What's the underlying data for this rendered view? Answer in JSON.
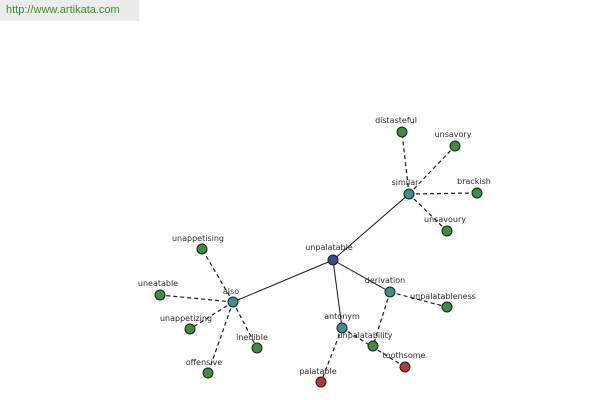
{
  "header": {
    "url_text": "http://www.artikata.com"
  },
  "colors": {
    "center": "#3a4c8e",
    "relation": "#3f8f8f",
    "related": "#3f8e3f",
    "antonym_word": "#b23a3a"
  },
  "graph": {
    "nodes": [
      {
        "id": "unpalatable",
        "label": "unpalatable",
        "kind": "center"
      },
      {
        "id": "similar",
        "label": "similar",
        "kind": "relation"
      },
      {
        "id": "also",
        "label": "also",
        "kind": "relation"
      },
      {
        "id": "derivation",
        "label": "derivation",
        "kind": "relation"
      },
      {
        "id": "antonym",
        "label": "antonym",
        "kind": "relation"
      },
      {
        "id": "distasteful",
        "label": "distasteful",
        "kind": "related"
      },
      {
        "id": "unsavory",
        "label": "unsavory",
        "kind": "related"
      },
      {
        "id": "brackish",
        "label": "brackish",
        "kind": "related"
      },
      {
        "id": "unsavoury",
        "label": "unsavoury",
        "kind": "related"
      },
      {
        "id": "unappetising",
        "label": "unappetising",
        "kind": "related"
      },
      {
        "id": "uneatable",
        "label": "uneatable",
        "kind": "related"
      },
      {
        "id": "unappetizing",
        "label": "unappetizing",
        "kind": "related"
      },
      {
        "id": "inedible",
        "label": "inedible",
        "kind": "related"
      },
      {
        "id": "offensive",
        "label": "offensive",
        "kind": "related"
      },
      {
        "id": "unpalatableness",
        "label": "unpalatableness",
        "kind": "related"
      },
      {
        "id": "unpalatability",
        "label": "unpalatability",
        "kind": "related"
      },
      {
        "id": "toothsome",
        "label": "toothsome",
        "kind": "antonym_word"
      },
      {
        "id": "palatable",
        "label": "palatable",
        "kind": "antonym_word"
      }
    ],
    "edges": [
      {
        "from": "unpalatable",
        "to": "similar",
        "style": "solid"
      },
      {
        "from": "unpalatable",
        "to": "also",
        "style": "solid"
      },
      {
        "from": "unpalatable",
        "to": "derivation",
        "style": "solid"
      },
      {
        "from": "unpalatable",
        "to": "antonym",
        "style": "solid"
      },
      {
        "from": "similar",
        "to": "distasteful",
        "style": "dashed"
      },
      {
        "from": "similar",
        "to": "unsavory",
        "style": "dashed"
      },
      {
        "from": "similar",
        "to": "brackish",
        "style": "dashed"
      },
      {
        "from": "similar",
        "to": "unsavoury",
        "style": "dashed"
      },
      {
        "from": "also",
        "to": "unappetising",
        "style": "dashed"
      },
      {
        "from": "also",
        "to": "uneatable",
        "style": "dashed"
      },
      {
        "from": "also",
        "to": "unappetizing",
        "style": "dashed"
      },
      {
        "from": "also",
        "to": "inedible",
        "style": "dashed"
      },
      {
        "from": "also",
        "to": "offensive",
        "style": "dashed"
      },
      {
        "from": "derivation",
        "to": "unpalatableness",
        "style": "dashed"
      },
      {
        "from": "derivation",
        "to": "unpalatability",
        "style": "dashed"
      },
      {
        "from": "antonym",
        "to": "toothsome",
        "style": "dashed"
      },
      {
        "from": "antonym",
        "to": "palatable",
        "style": "dashed"
      }
    ]
  }
}
